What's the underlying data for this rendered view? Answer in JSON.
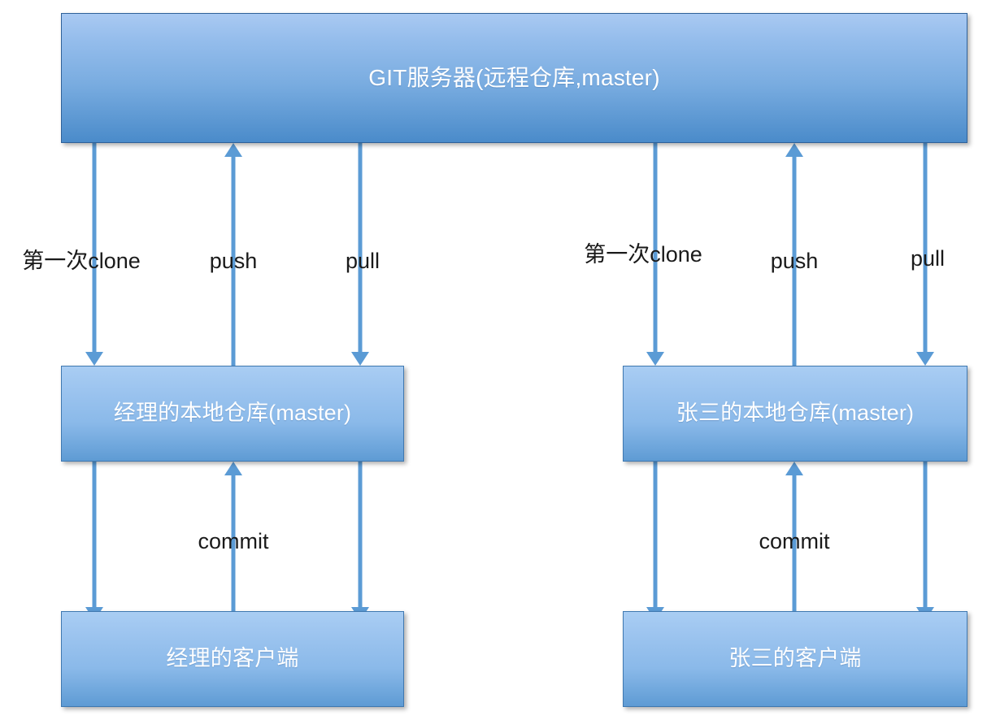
{
  "diagram": {
    "title_text": "GIT服务器(远程仓库,master)",
    "colors": {
      "arrow": "#5b9bd5",
      "box_border": "#3f78b0",
      "box_fill_top": "#a9cdf3",
      "box_fill_bottom": "#4e8fcc",
      "box_text": "#ffffff",
      "label_text": "#1a1a1a",
      "background": "#ffffff"
    },
    "nodes": {
      "server": {
        "label": "GIT服务器(远程仓库,master)"
      },
      "left_local_repo": {
        "label": "经理的本地仓库(master)"
      },
      "left_client": {
        "label": "经理的客户端"
      },
      "right_local_repo": {
        "label": "张三的本地仓库(master)"
      },
      "right_client": {
        "label": "张三的客户端"
      }
    },
    "edges": {
      "left_clone": {
        "label": "第一次clone",
        "direction": "down",
        "from": "server",
        "to": "left_client"
      },
      "left_push": {
        "label": "push",
        "direction": "up",
        "from": "left_local_repo",
        "to": "server"
      },
      "left_pull": {
        "label": "pull",
        "direction": "down",
        "from": "server",
        "to": "left_client"
      },
      "left_commit": {
        "label": "commit",
        "direction": "up",
        "from": "left_client",
        "to": "left_local_repo"
      },
      "right_clone": {
        "label": "第一次clone",
        "direction": "down",
        "from": "server",
        "to": "right_client"
      },
      "right_push": {
        "label": "push",
        "direction": "up",
        "from": "right_local_repo",
        "to": "server"
      },
      "right_pull": {
        "label": "pull",
        "direction": "down",
        "from": "server",
        "to": "right_client"
      },
      "right_commit": {
        "label": "commit",
        "direction": "up",
        "from": "right_client",
        "to": "right_local_repo"
      }
    }
  }
}
